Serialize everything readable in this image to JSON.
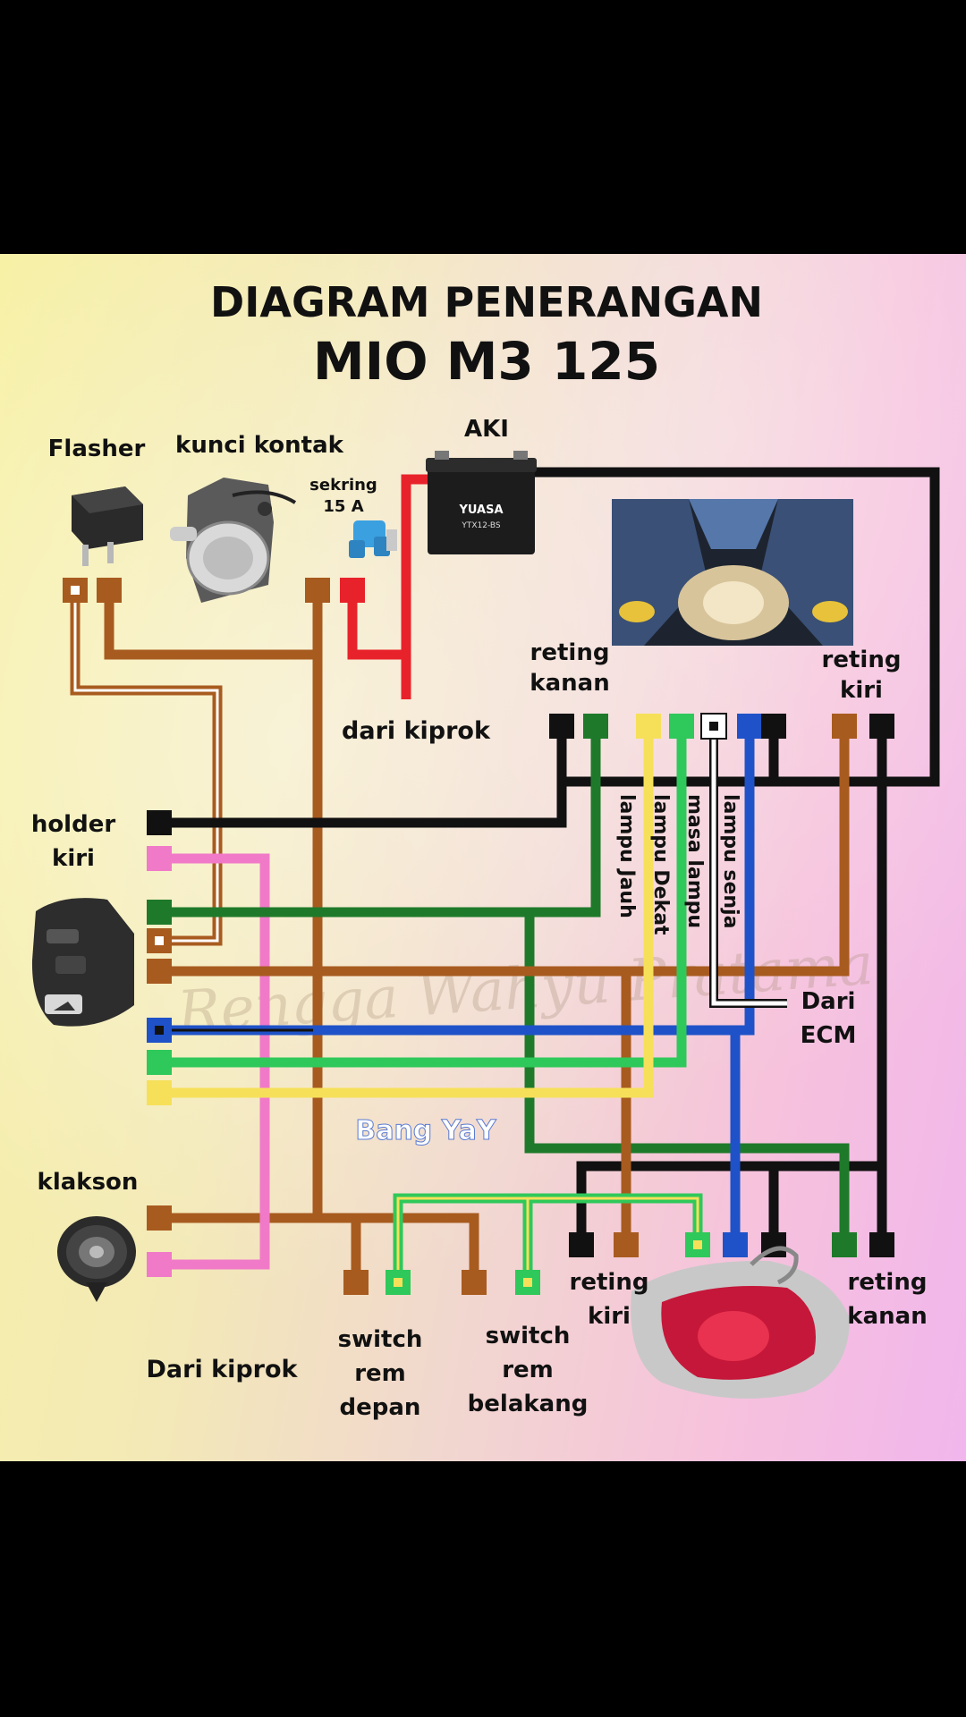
{
  "title": {
    "line1": "DIAGRAM PENERANGAN",
    "line2": "MIO M3 125"
  },
  "labels": {
    "flasher": "Flasher",
    "kunci_kontak": "kunci kontak",
    "aki": "AKI",
    "sekring_1": "sekring",
    "sekring_2": "15 A",
    "battery_brand": "YUASA",
    "battery_model": "YTX12-BS",
    "reting_kanan_top_1": "reting",
    "reting_kanan_top_2": "kanan",
    "reting_kiri_top_1": "reting",
    "reting_kiri_top_2": "kiri",
    "dari_kiprok_top": "dari kiprok",
    "holder_kiri_1": "holder",
    "holder_kiri_2": "kiri",
    "lampu_jauh": "lampu Jauh",
    "lampu_dekat": "lampu Dekat",
    "masa_lampu": "masa lampu",
    "lampu_senja": "lampu senja",
    "dari_ecm_1": "Dari",
    "dari_ecm_2": "ECM",
    "bang_yay": "Bang YaY",
    "watermark": "Rengga Wahyu Pratama",
    "klakson": "klakson",
    "dari_kiprok_bottom": "Dari kiprok",
    "switch_rem_depan_1": "switch",
    "switch_rem_depan_2": "rem",
    "switch_rem_depan_3": "depan",
    "switch_rem_belakang_1": "switch",
    "switch_rem_belakang_2": "rem",
    "switch_rem_belakang_3": "belakang",
    "reting_kiri_bottom_1": "reting",
    "reting_kiri_bottom_2": "kiri",
    "reting_kanan_bottom_1": "reting",
    "reting_kanan_bottom_2": "kanan"
  },
  "colors": {
    "black": "#111111",
    "brown": "#a85b1f",
    "red": "#e8222a",
    "green": "#1e7a2a",
    "light_green": "#2fc85a",
    "yellow": "#f6e05a",
    "blue": "#1f52c8",
    "pink": "#f07ac8",
    "white": "#ffffff"
  }
}
